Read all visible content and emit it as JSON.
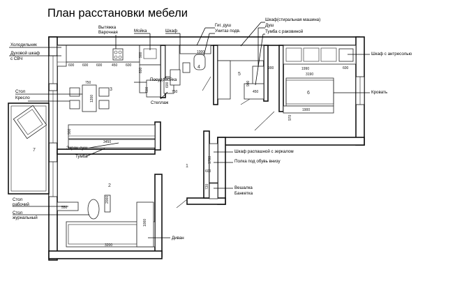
{
  "title": "План расстановки мебели",
  "labels": {
    "fridge": "Холодильник",
    "oven": "Духовой шкаф",
    "oven2": "с СВЧ",
    "hood": "Вытяжка",
    "hob": "Варочная",
    "sink": "Мойка",
    "cabinet": "Шкаф",
    "hyg_shower": "Гиг. душ",
    "toilet": "Унитаз подв.",
    "washer_cab": "Шкаф(стиральная машина)",
    "shower": "Душ",
    "vanity": "Тумба с раковиной",
    "mezz_cab": "Шкаф с антресолью",
    "bed": "Кровать",
    "dishwasher": "Посудомойка",
    "shelving": "Стеллаж",
    "table": "Стол",
    "armchair": "Кресло",
    "screen": "Экран суш.",
    "stand": "Тумба",
    "wardrobe": "Шкаф распашной с зеркалом",
    "shoe_shelf": "Полка под обувь внизу",
    "hanger": "Вешалка",
    "bench": "Банкетка",
    "desk1": "Стол",
    "desk2": "рабочий",
    "ctable1": "Стол",
    "ctable2": "журнальный",
    "sofa": "Диван"
  },
  "dims": {
    "k1": "600",
    "k2": "600",
    "k3": "600",
    "k4": "450",
    "k5": "900",
    "k6": "600",
    "k7": "600",
    "bath1": "1000",
    "bath2": "750",
    "bath3": "1000",
    "shower1": "900",
    "shower2": "450",
    "dw1": "600",
    "dw2": "600",
    "dw3": "750",
    "t750": "750",
    "t1200": "1200",
    "s1": "900",
    "s2": "600",
    "s3": "600",
    "bed1": "1990",
    "bed2": "3190",
    "bed3": "1900",
    "bed4": "970",
    "sc1": "900",
    "sc2": "3450",
    "hall1": "1700",
    "hall2": "600",
    "hall3": "720",
    "desk": "550",
    "liv1": "2000",
    "liv2": "3200",
    "liv3": "1000"
  },
  "rooms": {
    "r1": "1",
    "r2": "2",
    "r3": "3",
    "r4": "4",
    "r5": "5",
    "r6": "6",
    "r7": "7"
  }
}
